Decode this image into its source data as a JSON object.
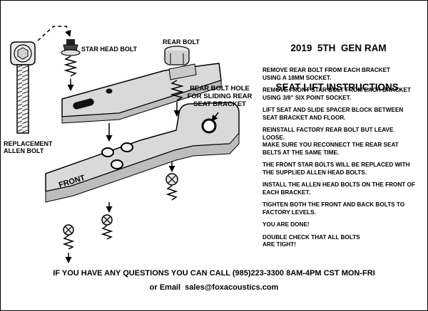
{
  "title": {
    "line1": "2019  5TH  GEN RAM",
    "line2": "SEAT LIFT INSTRUCTIONS."
  },
  "diagram_labels": {
    "star_head_bolt": "STAR HEAD BOLT",
    "rear_bolt": "REAR BOLT",
    "rear_bolt_hole": "REAR BOLT HOLE\nFOR SLIDING REAR\nSEAT BRACKET",
    "replacement_allen_bolt": "REPLACEMENT\nALLEN BOLT",
    "front": "FRONT"
  },
  "instructions": [
    "REMOVE REAR BOLT FROM EACH BRACKET\nUSING A 18MM SOCKET.",
    "REMOVE FRONT STAR BOLT FROM EACH BRACKET\nUSING 3/8\" SIX POINT SOCKET.",
    "LIFT SEAT AND SLIDE SPACER BLOCK BETWEEN\nSEAT BRACKET AND FLOOR.",
    "REINSTALL FACTORY REAR BOLT BUT LEAVE\nLOOSE.\nMAKE SURE YOU RECONNECT THE REAR SEAT\nBELTS AT THE SAME TIME.",
    "THE FRONT STAR BOLTS WILL BE REPLACED WITH\nTHE SUPPLIED ALLEN HEAD BOLTS.",
    "INSTALL THE ALLEN HEAD BOLTS ON THE FRONT OF\nEACH BRACKET.",
    "TIGHTEN BOTH THE FRONT AND BACK BOLTS TO\nFACTORY LEVELS.",
    "YOU ARE DONE!",
    "DOUBLE CHECK THAT ALL BOLTS\nARE TIGHT!"
  ],
  "footer": {
    "phone_line": "IF YOU HAVE ANY QUESTIONS YOU CAN CALL (985)223-3300 8AM-4PM CST MON-FRI",
    "email_line": "or Email  sales@foxacoustics.com"
  },
  "colors": {
    "ink": "#000000",
    "bracket_top": "#d9d9d9",
    "bracket_side": "#bdbdbd",
    "metal_light": "#e9e9e9"
  }
}
